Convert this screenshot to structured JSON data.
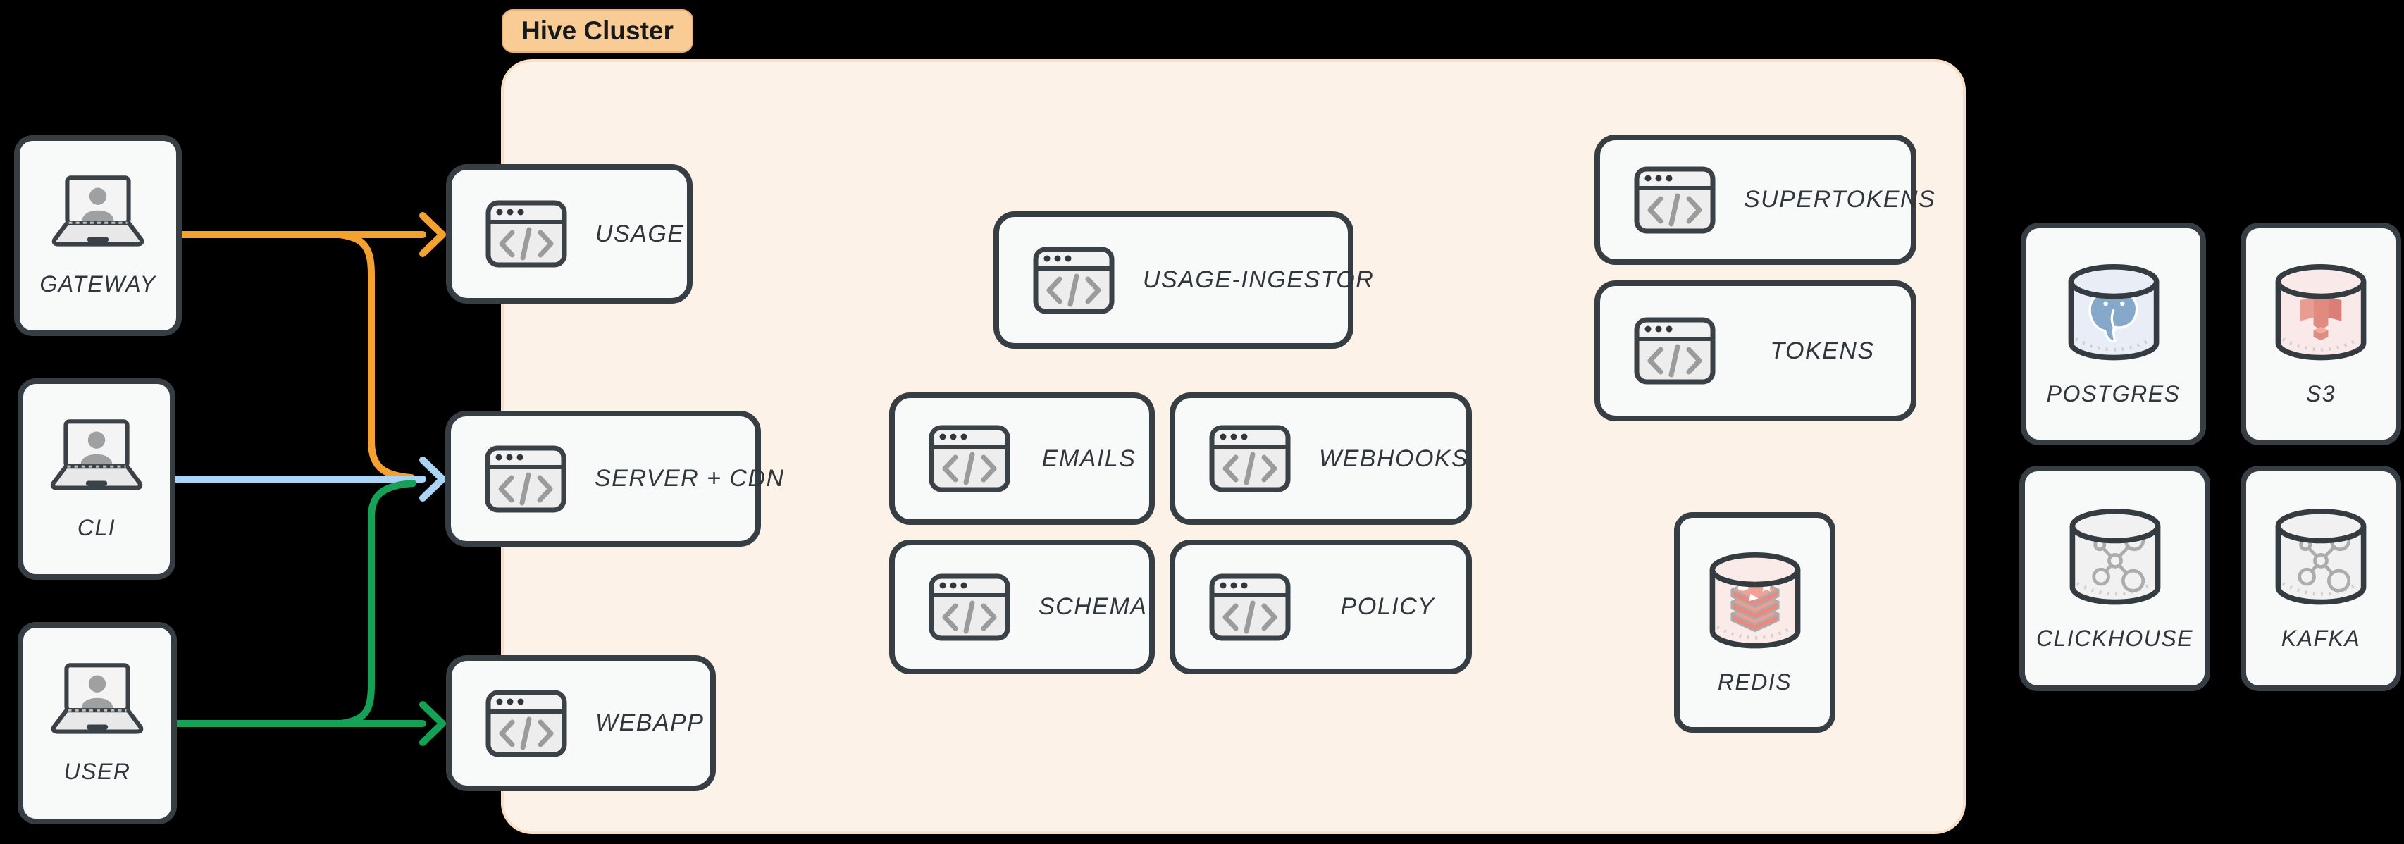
{
  "diagram_title": "Hive Cluster",
  "cluster": {
    "label": "Hive Cluster",
    "services": [
      {
        "label": "USAGE",
        "icon": "code-window-icon"
      },
      {
        "label": "SERVER + CDN",
        "icon": "code-window-icon"
      },
      {
        "label": "WEBAPP",
        "icon": "code-window-icon"
      },
      {
        "label": "USAGE-INGESTOR",
        "icon": "code-window-icon"
      },
      {
        "label": "EMAILS",
        "icon": "code-window-icon"
      },
      {
        "label": "WEBHOOKS",
        "icon": "code-window-icon"
      },
      {
        "label": "SCHEMA",
        "icon": "code-window-icon"
      },
      {
        "label": "POLICY",
        "icon": "code-window-icon"
      },
      {
        "label": "SUPERTOKENS",
        "icon": "code-window-icon"
      },
      {
        "label": "TOKENS",
        "icon": "code-window-icon"
      },
      {
        "label": "REDIS",
        "icon": "redis-database-icon"
      }
    ]
  },
  "clients": [
    {
      "label": "GATEWAY",
      "icon": "laptop-user-icon"
    },
    {
      "label": "CLI",
      "icon": "laptop-user-icon"
    },
    {
      "label": "USER",
      "icon": "laptop-user-icon"
    }
  ],
  "datastores": [
    {
      "label": "POSTGRES",
      "icon": "postgres-database-icon"
    },
    {
      "label": "S3",
      "icon": "s3-database-icon"
    },
    {
      "label": "CLICKHOUSE",
      "icon": "network-database-icon"
    },
    {
      "label": "KAFKA",
      "icon": "network-database-icon"
    }
  ],
  "edges": [
    {
      "from": "GATEWAY",
      "to": "USAGE",
      "color": "#F5A12D"
    },
    {
      "from": "GATEWAY",
      "to": "SERVER + CDN",
      "color": "#F5A12D"
    },
    {
      "from": "CLI",
      "to": "SERVER + CDN",
      "color": "#ABD4F4"
    },
    {
      "from": "USER",
      "to": "SERVER + CDN",
      "color": "#14A356"
    },
    {
      "from": "USER",
      "to": "WEBAPP",
      "color": "#14A356"
    }
  ],
  "colors": {
    "canvas": "#000000",
    "cluster_fill": "#FDF2E7",
    "cluster_border": "#F8DFC6",
    "badge_fill": "#F8CC94",
    "node_fill": "#F8F9F9",
    "node_border": "#363D43",
    "label_text": "#2F363C",
    "orange": "#F5A12D",
    "blue": "#ABD4F4",
    "green": "#14A356"
  }
}
